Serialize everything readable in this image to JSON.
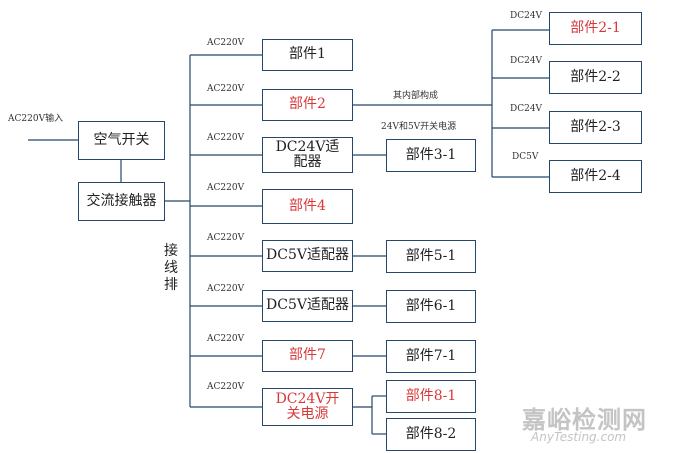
{
  "input_label": "AC220V输入",
  "boxes": {
    "air_switch": "空气开关",
    "contactor": "交流接触器",
    "part1": "部件1",
    "part2": "部件2",
    "dc24_adapter": "DC24V适配器",
    "part3_1": "部件3-1",
    "part4": "部件4",
    "dc5_adapter_a": "DC5V适配器",
    "part5_1": "部件5-1",
    "dc5_adapter_b": "DC5V适配器",
    "part6_1": "部件6-1",
    "part7": "部件7",
    "part7_1": "部件7-1",
    "dc24_switch_psu": "DC24V开关电源",
    "part8_1": "部件8-1",
    "part8_2": "部件8-2",
    "part2_1": "部件2-1",
    "part2_2": "部件2-2",
    "part2_3": "部件2-3",
    "part2_4": "部件2-4"
  },
  "terminal_block": "接线排",
  "branch_labels": [
    "AC220V",
    "AC220V",
    "AC220V",
    "AC220V",
    "AC220V",
    "AC220V",
    "AC220V",
    "AC220V"
  ],
  "internal_note": "其内部构成",
  "internal_psu": "24V和5V开关电源",
  "sub_labels": [
    "DC24V",
    "DC24V",
    "DC24V",
    "DC5V"
  ],
  "watermark": {
    "cn": "嘉峪检测网",
    "en": "AnyTesting.com"
  },
  "colors": {
    "line": "#24476b",
    "highlight": "#d9383a",
    "text": "#222222"
  }
}
